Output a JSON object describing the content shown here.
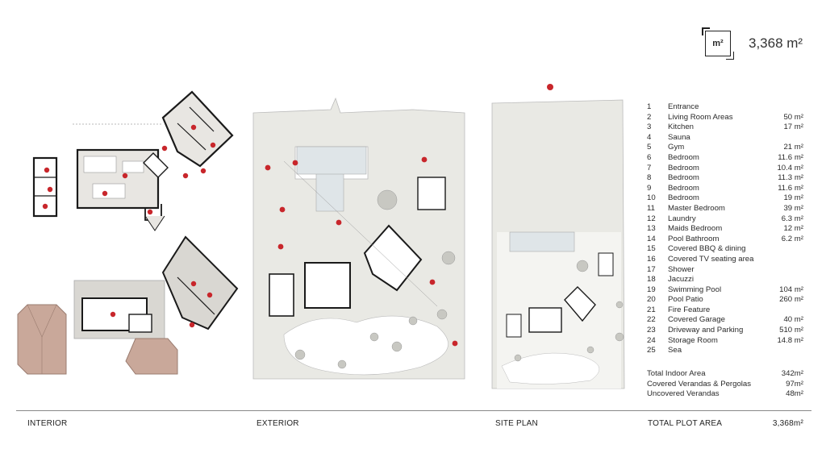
{
  "header": {
    "badge_label": "m²",
    "total_area": "3,368 m²"
  },
  "sections": {
    "interior": "INTERIOR",
    "exterior": "EXTERIOR",
    "site_plan": "SITE PLAN",
    "total_plot_label": "TOTAL PLOT AREA",
    "total_plot_value": "3,368m²"
  },
  "legend": [
    {
      "num": "1",
      "name": "Entrance",
      "area": ""
    },
    {
      "num": "2",
      "name": "Living Room Areas",
      "area": "50 m²"
    },
    {
      "num": "3",
      "name": "Kitchen",
      "area": "17 m²"
    },
    {
      "num": "4",
      "name": "Sauna",
      "area": ""
    },
    {
      "num": "5",
      "name": "Gym",
      "area": "21 m²"
    },
    {
      "num": "6",
      "name": "Bedroom",
      "area": "11.6 m²"
    },
    {
      "num": "7",
      "name": "Bedroom",
      "area": "10.4 m²"
    },
    {
      "num": "8",
      "name": "Bedroom",
      "area": "11.3 m²"
    },
    {
      "num": "9",
      "name": "Bedroom",
      "area": "11.6 m²"
    },
    {
      "num": "10",
      "name": "Bedroom",
      "area": "19 m²"
    },
    {
      "num": "11",
      "name": "Master Bedroom",
      "area": "39 m²"
    },
    {
      "num": "12",
      "name": "Laundry",
      "area": "6.3 m²"
    },
    {
      "num": "13",
      "name": "Maids Bedroom",
      "area": "12 m²"
    },
    {
      "num": "14",
      "name": "Pool Bathroom",
      "area": "6.2 m²"
    },
    {
      "num": "15",
      "name": "Covered BBQ & dining",
      "area": ""
    },
    {
      "num": "16",
      "name": "Covered TV seating area",
      "area": ""
    },
    {
      "num": "17",
      "name": "Shower",
      "area": ""
    },
    {
      "num": "18",
      "name": "Jacuzzi",
      "area": ""
    },
    {
      "num": "19",
      "name": "Swimming Pool",
      "area": "104 m²"
    },
    {
      "num": "20",
      "name": "Pool Patio",
      "area": "260 m²"
    },
    {
      "num": "21",
      "name": "Fire Feature",
      "area": ""
    },
    {
      "num": "22",
      "name": "Covered Garage",
      "area": "40 m²"
    },
    {
      "num": "23",
      "name": "Driveway and Parking",
      "area": "510 m²"
    },
    {
      "num": "24",
      "name": "Storage Room",
      "area": "14.8 m²"
    },
    {
      "num": "25",
      "name": "Sea",
      "area": ""
    }
  ],
  "totals": [
    {
      "name": "Total Indoor Area",
      "area": "342m²"
    },
    {
      "name": "Covered Verandas & Pergolas",
      "area": "97m²"
    },
    {
      "name": "Uncovered Verandas",
      "area": "48m²"
    }
  ],
  "colors": {
    "marker": "#c8262b",
    "lawn": "#e9e9e4",
    "wall": "#1a1a1a",
    "roof": "#c9a89a",
    "terrace": "#d9d7d2"
  }
}
